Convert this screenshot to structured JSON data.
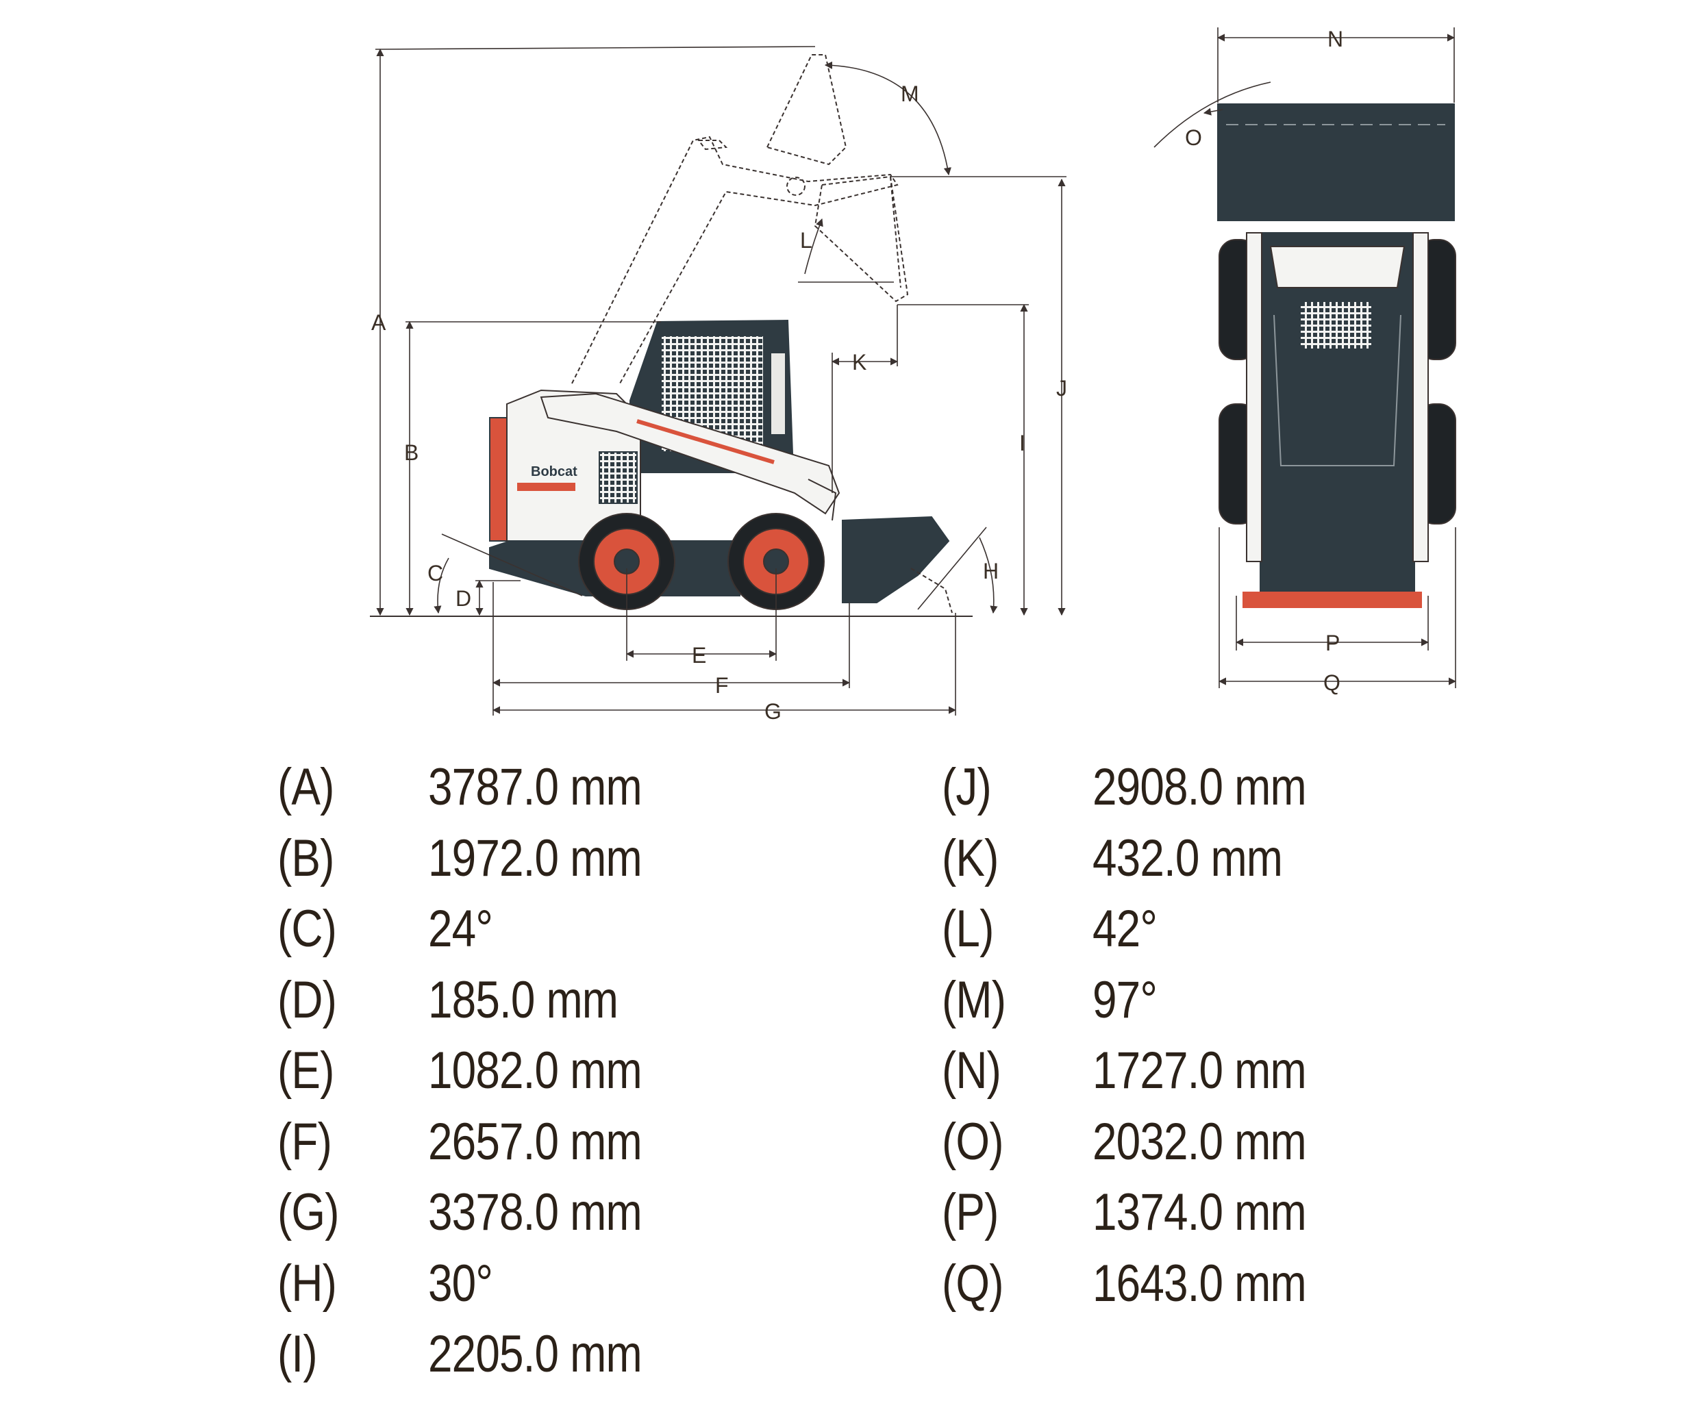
{
  "diagram": {
    "labels": [
      "A",
      "B",
      "C",
      "D",
      "E",
      "F",
      "G",
      "H",
      "I",
      "J",
      "K",
      "L",
      "M",
      "N",
      "O",
      "P",
      "Q"
    ],
    "brand_text": "Bobcat",
    "colors": {
      "body_dark": "#2f3b42",
      "accent_red": "#d9533c",
      "line": "#3a3230",
      "machine_white": "#f4f4f2",
      "wheel": "#1f2326"
    }
  },
  "specs": {
    "left": [
      {
        "key": "(A)",
        "value": "3787.0 mm"
      },
      {
        "key": "(B)",
        "value": "1972.0 mm"
      },
      {
        "key": "(C)",
        "value": "24°"
      },
      {
        "key": "(D)",
        "value": "185.0 mm"
      },
      {
        "key": "(E)",
        "value": "1082.0 mm"
      },
      {
        "key": "(F)",
        "value": "2657.0 mm"
      },
      {
        "key": "(G)",
        "value": "3378.0 mm"
      },
      {
        "key": "(H)",
        "value": "30°"
      },
      {
        "key": "(I)",
        "value": "2205.0 mm"
      }
    ],
    "right": [
      {
        "key": "(J)",
        "value": "2908.0 mm"
      },
      {
        "key": "(K)",
        "value": "432.0 mm"
      },
      {
        "key": "(L)",
        "value": "42°"
      },
      {
        "key": "(M)",
        "value": "97°"
      },
      {
        "key": "(N)",
        "value": "1727.0 mm"
      },
      {
        "key": "(O)",
        "value": "2032.0 mm"
      },
      {
        "key": "(P)",
        "value": "1374.0 mm"
      },
      {
        "key": "(Q)",
        "value": "1643.0 mm"
      }
    ]
  }
}
